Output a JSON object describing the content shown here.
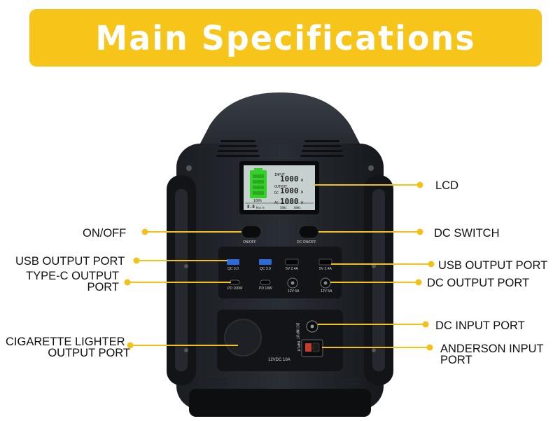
{
  "banner": {
    "title": "Main Specifications"
  },
  "colors": {
    "accent": "#f7c51a",
    "callout": "#f2c21b",
    "lcd_screen": "#c6d1cf",
    "battery": "#35d02a"
  },
  "callouts": {
    "lcd": "LCD",
    "on_off": "ON/OFF",
    "dc_switch": "DC SWITCH",
    "usb_output_left": "USB OUTPUT PORT",
    "type_c_line1": "TYPE-C OUTPUT",
    "type_c_line2": "PORT",
    "usb_output_right": "USB OUTPUT PORT",
    "dc_output": "DC OUTPUT PORT",
    "dc_input": "DC INPUT PORT",
    "cigarette_line1": "CIGARETTE LIGHTER",
    "cigarette_line2": "OUTPUT PORT",
    "anderson_line1": "ANDERSON INPUT",
    "anderson_line2": "PORT"
  },
  "lcd": {
    "input_label": "INPUT",
    "output_label": "OUTPUT",
    "dc_label": "DC",
    "ac_label": "AC",
    "input_value": "1000",
    "dc_value": "1000",
    "ac_value": "1000",
    "unit": "W",
    "battery_percent": "100%",
    "hours": "8.8",
    "hours_unit": "Hours",
    "freq_a": "50Hz",
    "freq_b": "60Hz"
  },
  "device_labels": {
    "on_off": "ON/OFF",
    "dc_on_off": "DC ON/OFF",
    "qc1": "QC 3.0",
    "qc2": "QC 3.0",
    "usb5a": "5V 2.4A",
    "usb5b": "5V 2.4A",
    "pd100": "PD 100W",
    "pd18": "PD 18W",
    "dc12a": "12V 5A",
    "dc12b": "12V 5A",
    "cig": "12VDC 10A",
    "input": "INPUT",
    "dc_input": "DC INPUT"
  }
}
